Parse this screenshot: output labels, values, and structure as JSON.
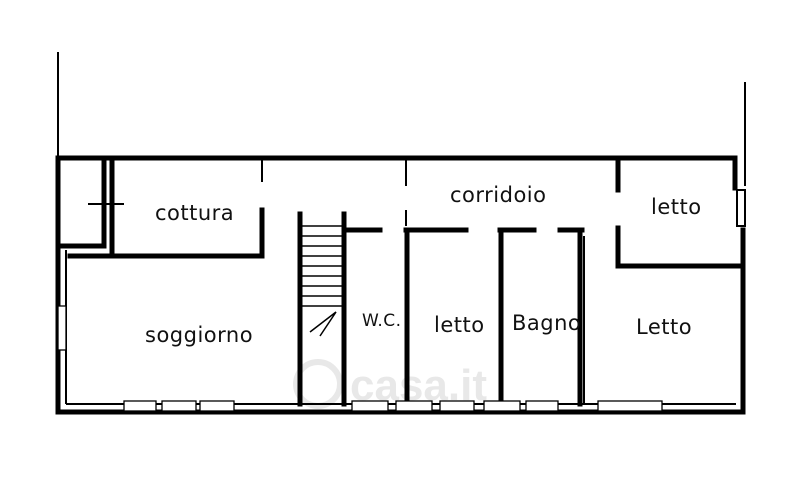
{
  "rooms": {
    "cucina": "cottura",
    "corridoio": "corridoio",
    "letto_nord": "letto",
    "soggiorno": "soggiorno",
    "wc": "W.C.",
    "letto_centrale": "letto",
    "bagno": "Bagno",
    "letto_sud": "Letto"
  },
  "watermark": "casa.it",
  "colors": {
    "wall": "#000000",
    "background": "#ffffff",
    "watermark": "#e6e6e6"
  }
}
